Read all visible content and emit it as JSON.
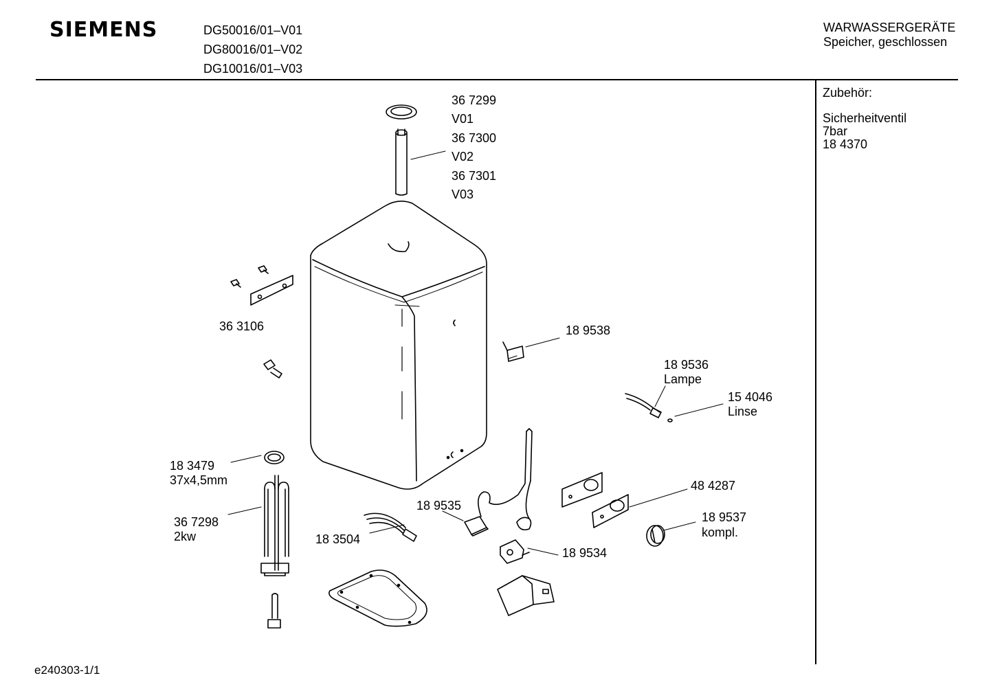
{
  "header": {
    "brand": "SIEMENS",
    "models": [
      "DG50016/01–V01",
      "DG80016/01–V02",
      "DG10016/01–V03"
    ],
    "category_title": "WARWASSERGERÄTE",
    "category_subtitle": "Speicher, geschlossen"
  },
  "accessories": {
    "heading": "Zubehör:",
    "lines": [
      "Sicherheitventil",
      "7bar",
      "18 4370"
    ]
  },
  "parts": {
    "p367299": "36 7299",
    "v01": "V01",
    "p367300": "36 7300",
    "v02": "V02",
    "p367301": "36 7301",
    "v03": "V03",
    "p363106": "36 3106",
    "p189538": "18 9538",
    "p189536": "18 9536",
    "lampe": "Lampe",
    "p154046": "15 4046",
    "linse": "Linse",
    "p183479": "18 3479",
    "dim37": "37x4,5mm",
    "p484287": "48 4287",
    "p367298": "36 7298",
    "kw2": "2kw",
    "p189535": "18 9535",
    "p189537": "18 9537",
    "kompl": "kompl.",
    "p183504": "18 3504",
    "p189534": "18 9534"
  },
  "footer": {
    "drawing_id": "e240303-1/1"
  }
}
